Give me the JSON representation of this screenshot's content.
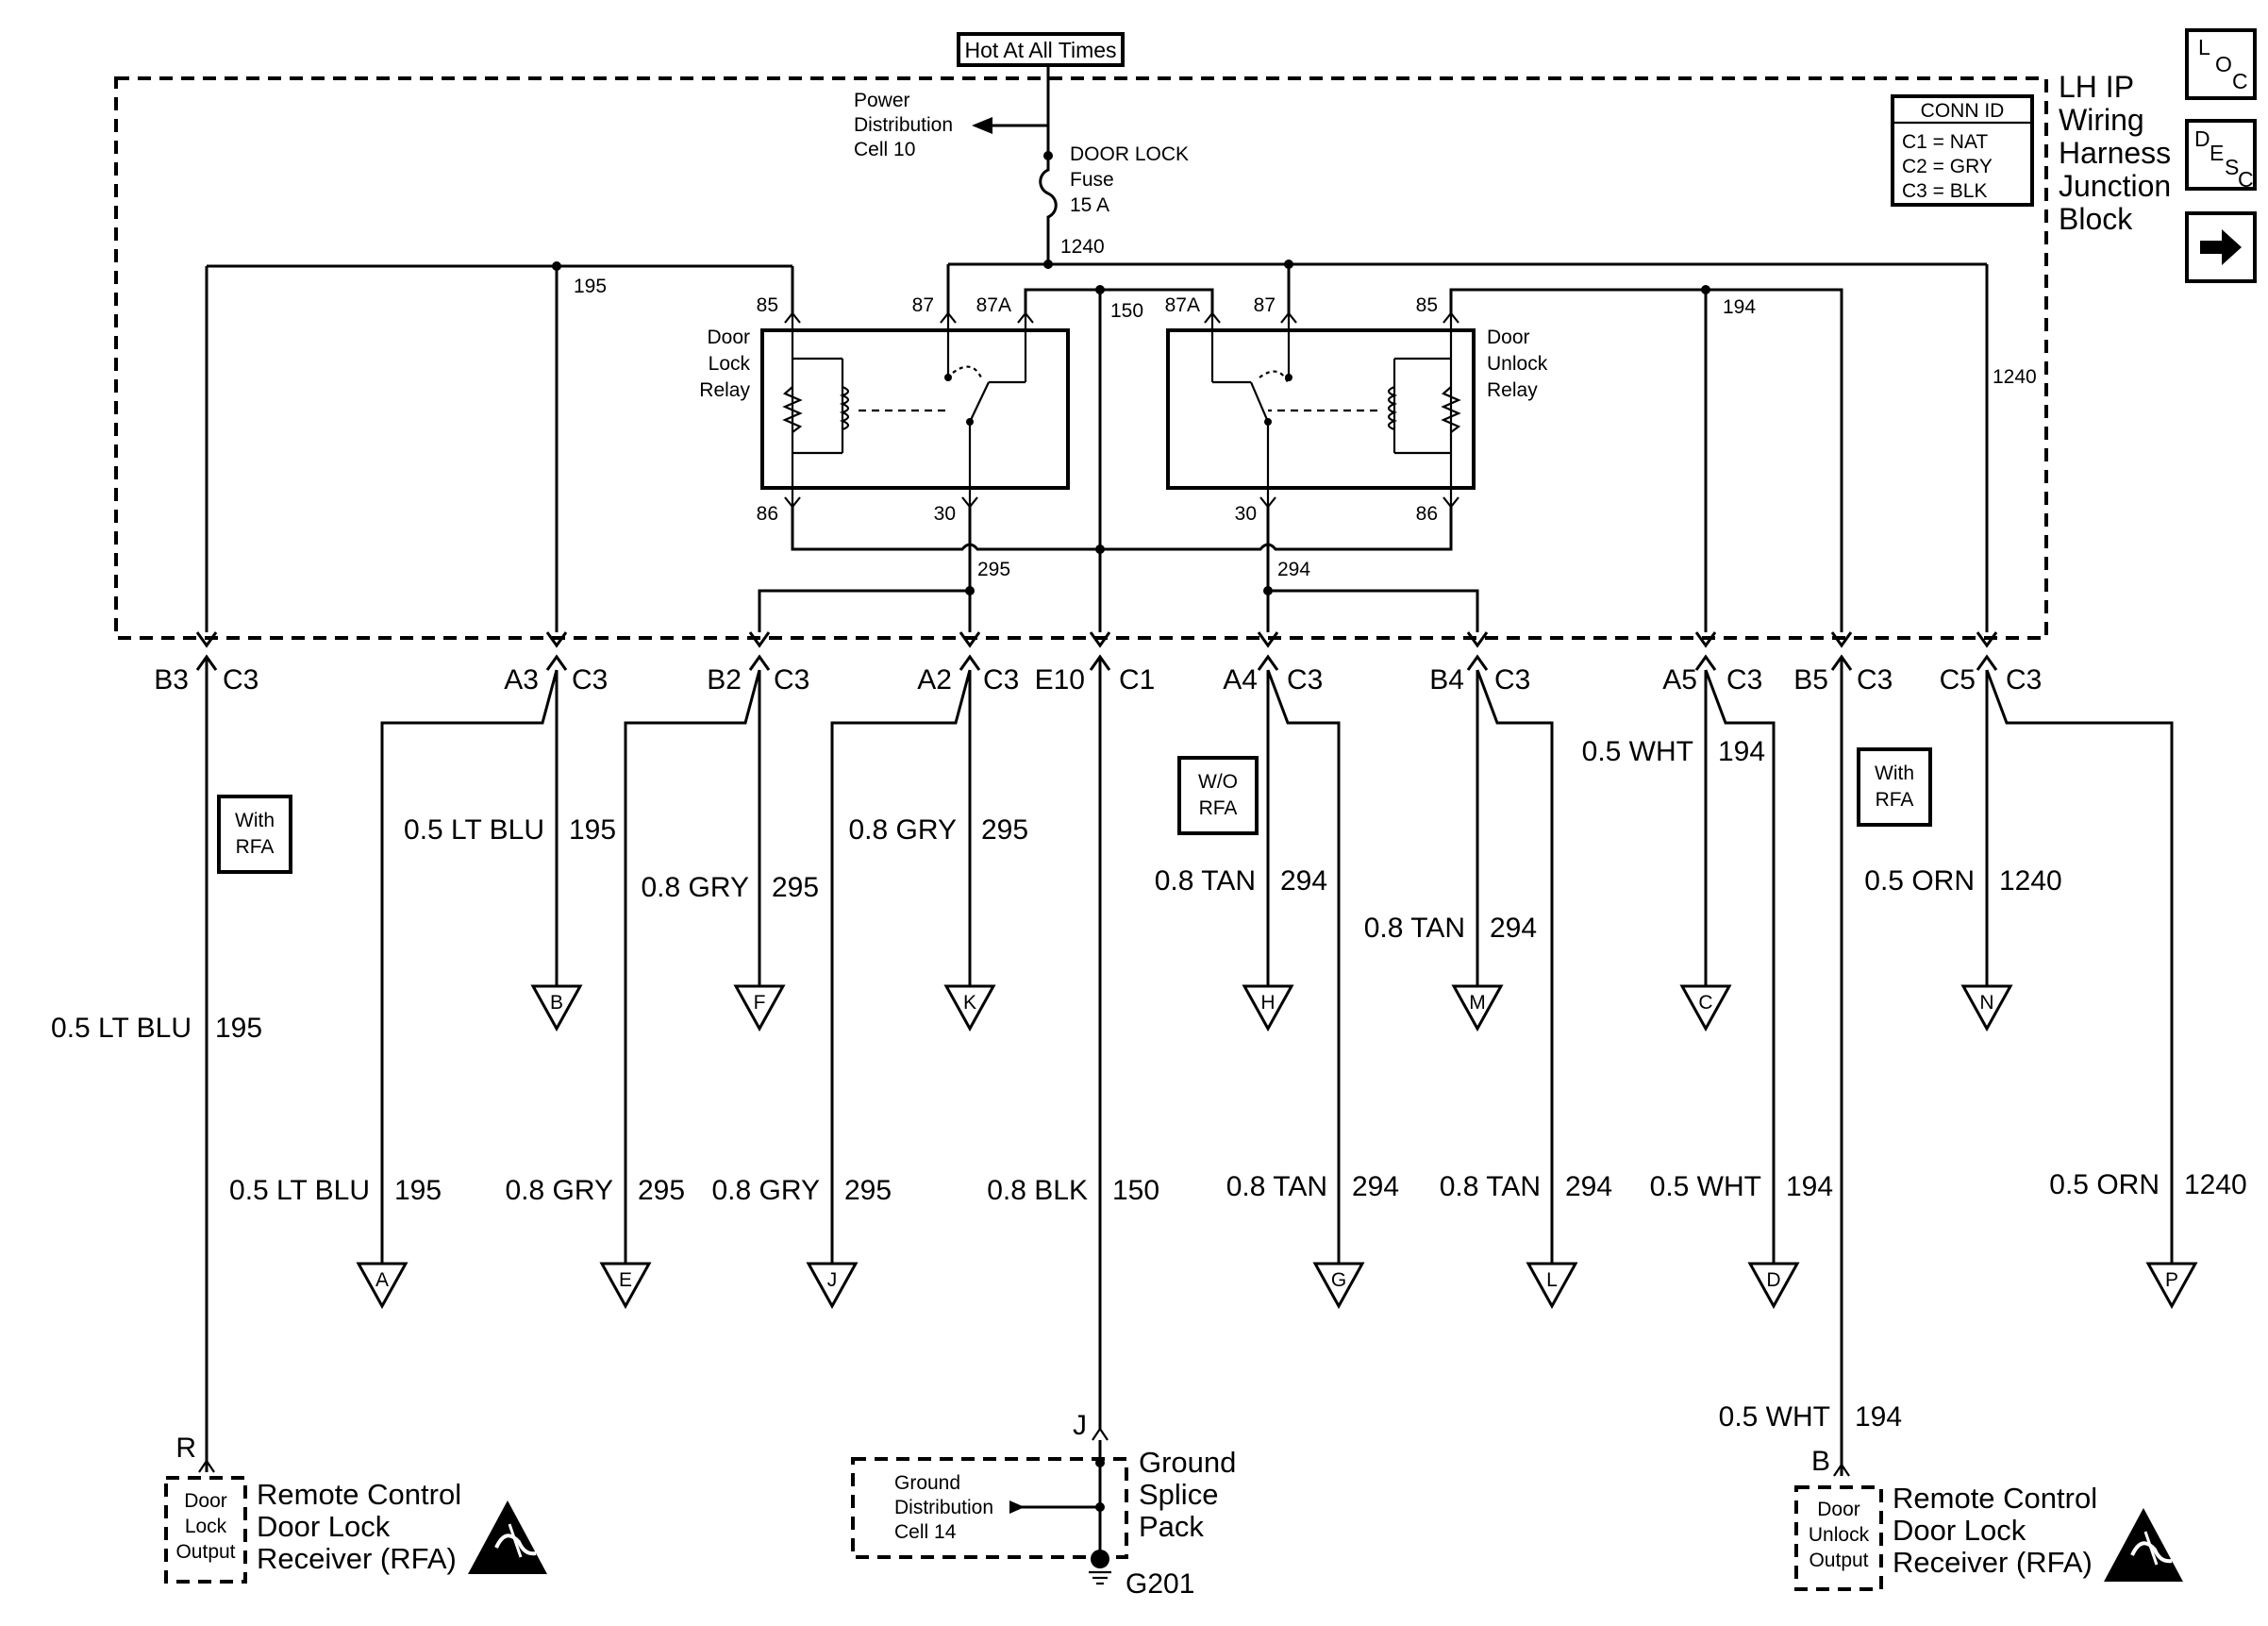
{
  "header": {
    "hot_label": "Hot At All Times",
    "power_dist": [
      "Power",
      "Distribution",
      "Cell 10"
    ],
    "fuse_label": [
      "DOOR LOCK",
      "Fuse",
      "15 A"
    ]
  },
  "harness": {
    "title": [
      "LH IP",
      "Wiring",
      "Harness",
      "Junction",
      "Block"
    ],
    "conn_id": {
      "title": "CONN ID",
      "rows": [
        "C1 = NAT",
        "C2 = GRY",
        "C3 = BLK"
      ]
    }
  },
  "nav": {
    "loc": [
      "L",
      "O",
      "C"
    ],
    "desc": [
      "D",
      "E",
      "S",
      "C"
    ]
  },
  "relays": {
    "lock": {
      "name": [
        "Door",
        "Lock",
        "Relay"
      ],
      "pins": [
        "85",
        "87",
        "87A",
        "86",
        "30"
      ]
    },
    "unlock": {
      "name": [
        "Door",
        "Unlock",
        "Relay"
      ],
      "pins": [
        "87A",
        "87",
        "85",
        "30",
        "86"
      ]
    }
  },
  "internal_circuits": [
    "1240",
    "195",
    "150",
    "194",
    "1240",
    "295",
    "294"
  ],
  "connectors": [
    {
      "pin": "B3",
      "conn": "C3"
    },
    {
      "pin": "A3",
      "conn": "C3"
    },
    {
      "pin": "B2",
      "conn": "C3"
    },
    {
      "pin": "A2",
      "conn": "C3"
    },
    {
      "pin": "E10",
      "conn": "C1"
    },
    {
      "pin": "A4",
      "conn": "C3"
    },
    {
      "pin": "B4",
      "conn": "C3"
    },
    {
      "pin": "A5",
      "conn": "C3"
    },
    {
      "pin": "B5",
      "conn": "C3"
    },
    {
      "pin": "C5",
      "conn": "C3"
    }
  ],
  "options": {
    "with_rfa_1": [
      "With",
      "RFA"
    ],
    "wo_rfa": [
      "W/O",
      "RFA"
    ],
    "with_rfa_2": [
      "With",
      "RFA"
    ]
  },
  "wire_labels": {
    "b3": [
      "0.5 LT BLU",
      "195"
    ],
    "a3_mid": [
      "0.5 LT BLU",
      "195"
    ],
    "a3_bot": [
      "0.5 LT BLU",
      "195"
    ],
    "b2_mid": [
      "0.8 GRY",
      "295"
    ],
    "b2_bot": [
      "0.8 GRY",
      "295"
    ],
    "a2_mid": [
      "0.8 GRY",
      "295"
    ],
    "a2_bot": [
      "0.8 GRY",
      "295"
    ],
    "e10_bot": [
      "0.8 BLK",
      "150"
    ],
    "a4_mid": [
      "0.8 TAN",
      "294"
    ],
    "a4_bot": [
      "0.8 TAN",
      "294"
    ],
    "b4_mid": [
      "0.8 TAN",
      "294"
    ],
    "b4_bot": [
      "0.8 TAN",
      "294"
    ],
    "a5_mid": [
      "0.5 WHT",
      "194"
    ],
    "a5_bot": [
      "0.5 WHT",
      "194"
    ],
    "b5_bot": [
      "0.5 WHT",
      "194"
    ],
    "c5_mid": [
      "0.5 ORN",
      "1240"
    ],
    "c5_bot": [
      "0.5 ORN",
      "1240"
    ]
  },
  "mid_refs": [
    "B",
    "F",
    "K",
    "H",
    "M",
    "C",
    "N"
  ],
  "bot_refs": [
    "A",
    "E",
    "J",
    "G",
    "L",
    "D",
    "P"
  ],
  "receiver_left": {
    "pin": "R",
    "output": [
      "Door",
      "Lock",
      "Output"
    ],
    "name": [
      "Remote Control",
      "Door Lock",
      "Receiver (RFA)"
    ]
  },
  "ground": {
    "pin": "J",
    "dist": [
      "Ground",
      "Distribution",
      "Cell 14"
    ],
    "name": [
      "Ground",
      "Splice",
      "Pack"
    ],
    "ground_id": "G201"
  },
  "receiver_right": {
    "pin": "B",
    "output": [
      "Door",
      "Unlock",
      "Output"
    ],
    "name": [
      "Remote Control",
      "Door Lock",
      "Receiver (RFA)"
    ]
  }
}
